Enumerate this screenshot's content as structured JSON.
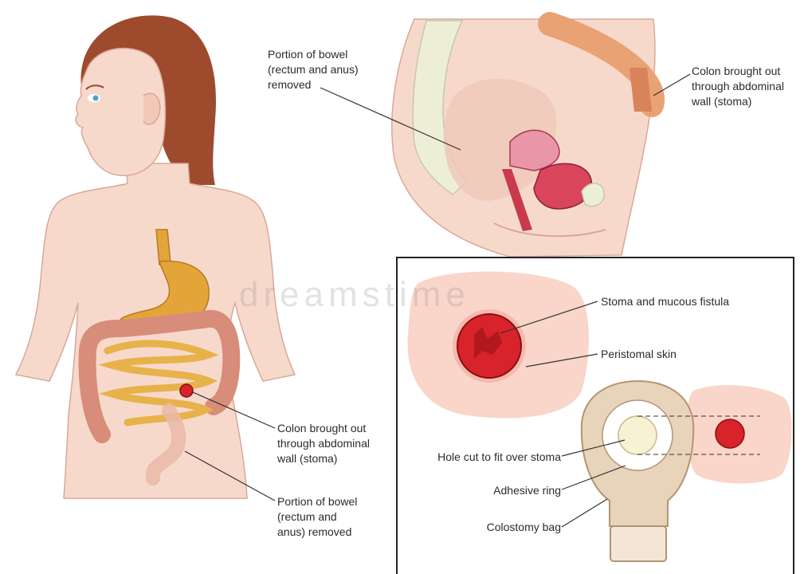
{
  "labels": {
    "bowel_removed_top": "Portion of bowel\n(rectum and anus)\nremoved",
    "colon_stoma_top": "Colon brought out\nthrough abdominal\nwall (stoma)",
    "colon_stoma_left": "Colon brought out\nthrough abdominal\nwall (stoma)",
    "bowel_removed_left": "Portion of bowel\n(rectum and\nanus) removed",
    "stoma_fistula": "Stoma and mucous fistula",
    "peristomal_skin": "Peristomal skin",
    "hole_cut": "Hole cut to fit over stoma",
    "adhesive_ring": "Adhesive ring",
    "colostomy_bag": "Colostomy bag"
  },
  "watermark": "dreamstime",
  "colors": {
    "skin": "#f7d9cc",
    "hair": "#9e4a2c",
    "stomach": "#e3a53a",
    "colon": "#d88c7a",
    "stoma": "#d8232a",
    "bag": "#e8d3bb"
  }
}
